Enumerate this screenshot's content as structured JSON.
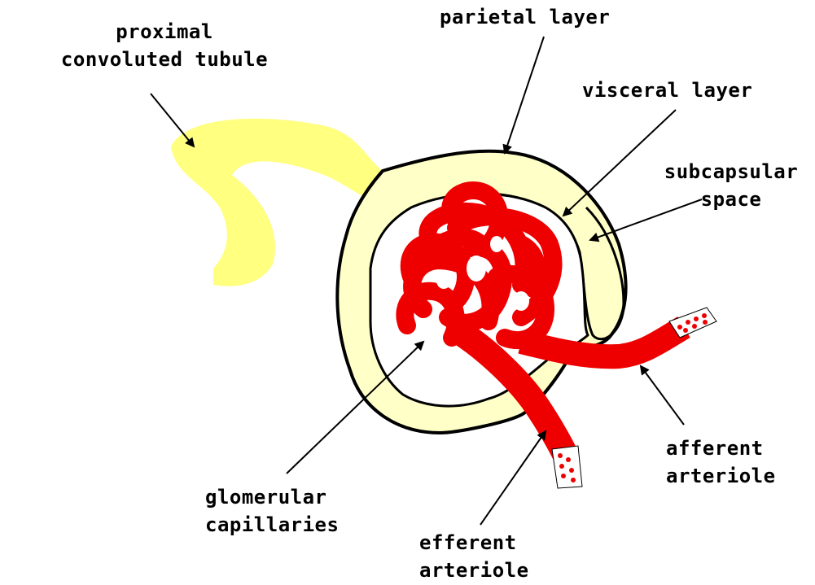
{
  "colors": {
    "tubule": "#ffff80",
    "capsule": "#ffffc8",
    "capillary": "#ff0000",
    "outline": "#000000"
  },
  "labels": {
    "proximal_line1": "proximal",
    "proximal_line2": "convoluted tubule",
    "parietal": "parietal layer",
    "visceral": "visceral layer",
    "subcapsular_line1": "subcapsular",
    "subcapsular_line2": "space",
    "glomerular_line1": "glomerular",
    "glomerular_line2": "capillaries",
    "afferent_line1": "afferent",
    "afferent_line2": "arteriole",
    "efferent_line1": "efferent",
    "efferent_line2": "arteriole"
  }
}
